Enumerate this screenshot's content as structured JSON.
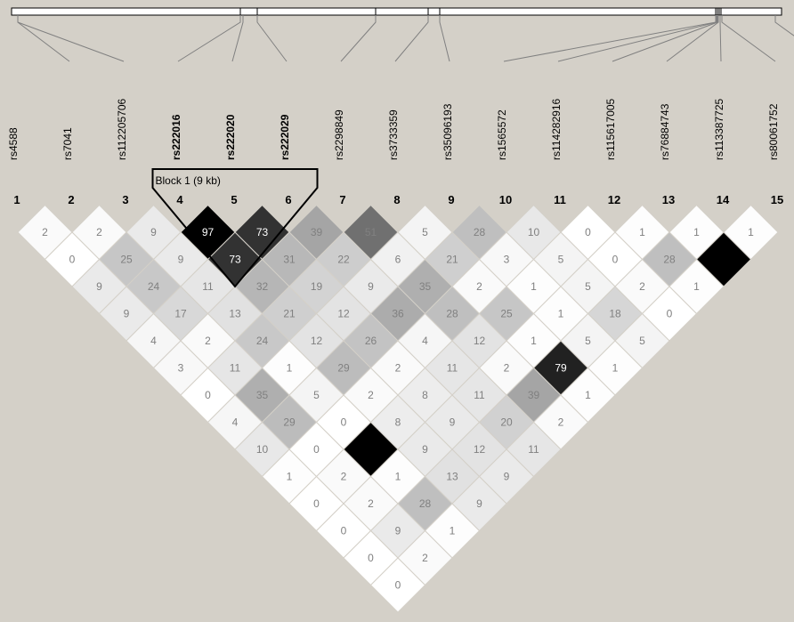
{
  "markers": [
    {
      "index": "1",
      "name": "rs4588",
      "in_block": false
    },
    {
      "index": "2",
      "name": "rs7041",
      "in_block": false
    },
    {
      "index": "3",
      "name": "rs112205706",
      "in_block": false
    },
    {
      "index": "4",
      "name": "rs222016",
      "in_block": true
    },
    {
      "index": "5",
      "name": "rs222020",
      "in_block": true
    },
    {
      "index": "6",
      "name": "rs222029",
      "in_block": true
    },
    {
      "index": "7",
      "name": "rs2298849",
      "in_block": false
    },
    {
      "index": "8",
      "name": "rs3733359",
      "in_block": false
    },
    {
      "index": "9",
      "name": "rs35096193",
      "in_block": false
    },
    {
      "index": "10",
      "name": "rs1565572",
      "in_block": false
    },
    {
      "index": "11",
      "name": "rs114282916",
      "in_block": false
    },
    {
      "index": "12",
      "name": "rs115617005",
      "in_block": false
    },
    {
      "index": "13",
      "name": "rs76884743",
      "in_block": false
    },
    {
      "index": "14",
      "name": "rs113387725",
      "in_block": false
    },
    {
      "index": "15",
      "name": "rs80061752",
      "in_block": false
    }
  ],
  "block": {
    "label": "Block 1 (9 kb)",
    "first_marker": 4,
    "last_marker": 6
  },
  "ld_rows": [
    [
      "2",
      "2",
      "9",
      "97",
      "73",
      "39",
      "51",
      "5",
      "28",
      "10",
      "0",
      "1",
      "1",
      "1"
    ],
    [
      "0",
      "25",
      "9",
      "73",
      "31",
      "22",
      "6",
      "21",
      "3",
      "5",
      "0",
      "28",
      ""
    ],
    [
      "9",
      "24",
      "11",
      "32",
      "19",
      "9",
      "35",
      "2",
      "1",
      "5",
      "2",
      "1"
    ],
    [
      "9",
      "17",
      "13",
      "21",
      "12",
      "36",
      "28",
      "25",
      "1",
      "18",
      "0"
    ],
    [
      "4",
      "2",
      "24",
      "12",
      "26",
      "4",
      "12",
      "1",
      "5",
      "5"
    ],
    [
      "3",
      "11",
      "1",
      "29",
      "2",
      "11",
      "2",
      "79",
      "1"
    ],
    [
      "0",
      "35",
      "5",
      "2",
      "8",
      "11",
      "39",
      "1"
    ],
    [
      "4",
      "29",
      "0",
      "8",
      "9",
      "20",
      "2"
    ],
    [
      "10",
      "0",
      "",
      "9",
      "12",
      "11"
    ],
    [
      "1",
      "2",
      "1",
      "13",
      "9"
    ],
    [
      "0",
      "2",
      "28",
      "9"
    ],
    [
      "0",
      "9",
      "1"
    ],
    [
      "0",
      "2"
    ],
    [
      "0"
    ]
  ],
  "colors": {
    "background": "#d4d0c8",
    "cell_border": "#d4d0c8",
    "block_outline": "#000000",
    "scale_low": "#ffffff",
    "scale_high": "#000000"
  }
}
